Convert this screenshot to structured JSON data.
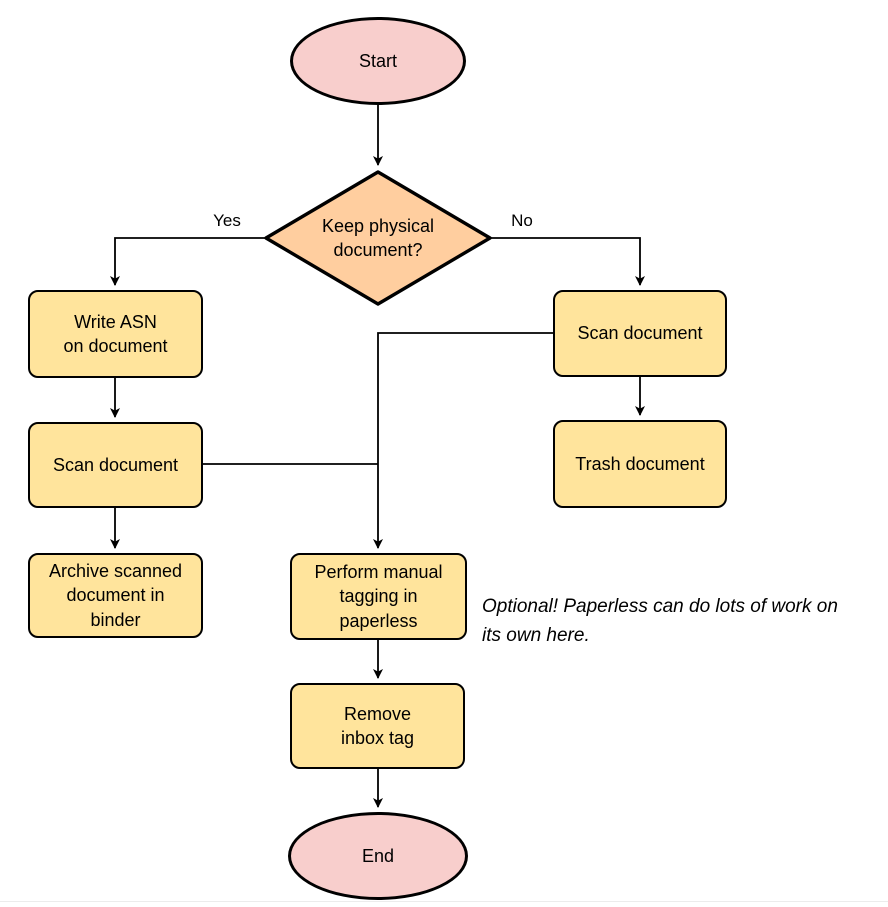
{
  "diagram": {
    "nodes": {
      "start": {
        "label": "Start"
      },
      "decision": {
        "label": "Keep physical\ndocument?"
      },
      "write_asn": {
        "label": "Write ASN\non document"
      },
      "scan_left": {
        "label": "Scan document"
      },
      "archive": {
        "label": "Archive scanned\ndocument in\nbinder"
      },
      "scan_right": {
        "label": "Scan document"
      },
      "trash": {
        "label": "Trash document"
      },
      "tagging": {
        "label": "Perform manual\ntagging in\npaperless"
      },
      "remove_inbox": {
        "label": "Remove\ninbox tag"
      },
      "end": {
        "label": "End"
      }
    },
    "edge_labels": {
      "yes": "Yes",
      "no": "No"
    },
    "note": "Optional! Paperless can do lots of work on\nits own here.",
    "colors": {
      "terminator_fill": "#f8cecc",
      "decision_fill": "#ffce9f",
      "process_fill": "#ffe49c",
      "stroke": "#000000"
    }
  }
}
